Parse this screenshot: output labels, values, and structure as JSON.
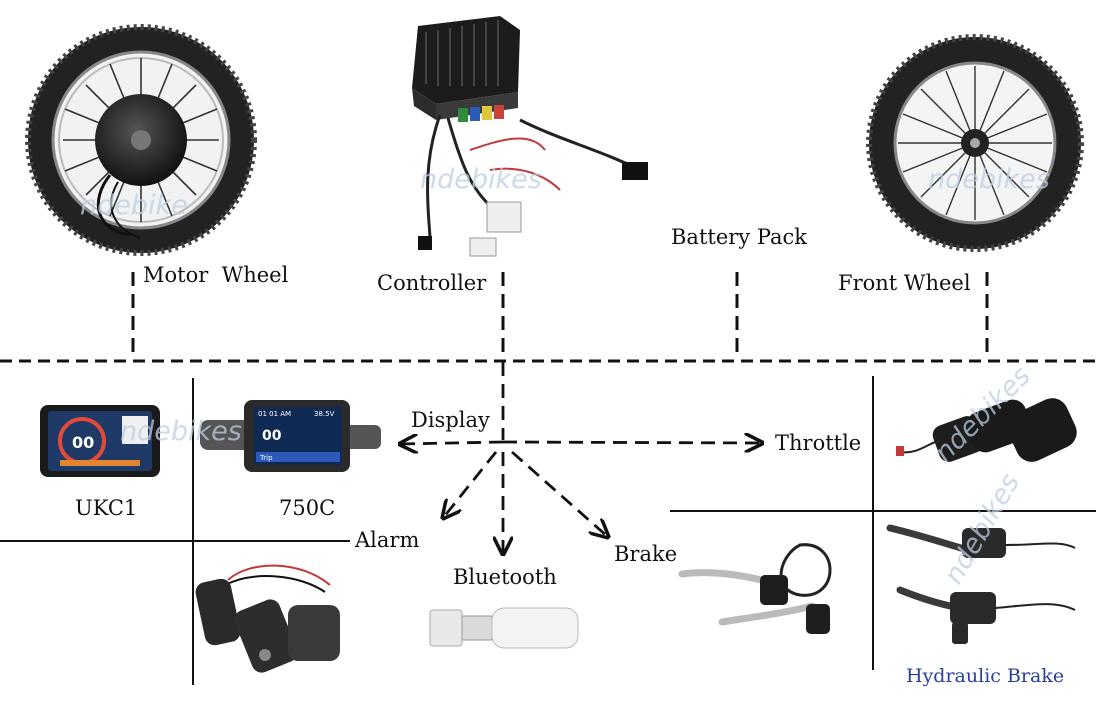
{
  "labels": {
    "motor_wheel": "Motor  Wheel",
    "controller": "Controller",
    "battery_pack": "Battery Pack",
    "front_wheel": "Front Wheel",
    "display": "Display",
    "throttle": "Throttle",
    "ukc1": "UKC1",
    "c750": "750C",
    "alarm": "Alarm",
    "bluetooth": "Bluetooth",
    "brake": "Brake",
    "hydraulic_brake": "Hydraulic Brake"
  },
  "watermark": "ndebikes",
  "watermark_alt": "ndebike",
  "display_screens": {
    "ukc1_speed": "00",
    "c750_time": "01 01 AM",
    "c750_volt": "38.5V",
    "c750_speed": "00",
    "c750_mode": "Trip"
  },
  "colors": {
    "line": "#111111",
    "tire": "#2a2a2a",
    "rim": "#9a9a9a",
    "hydraulic_label": "#2b3f9a",
    "display_screen": "#1f3a66"
  }
}
